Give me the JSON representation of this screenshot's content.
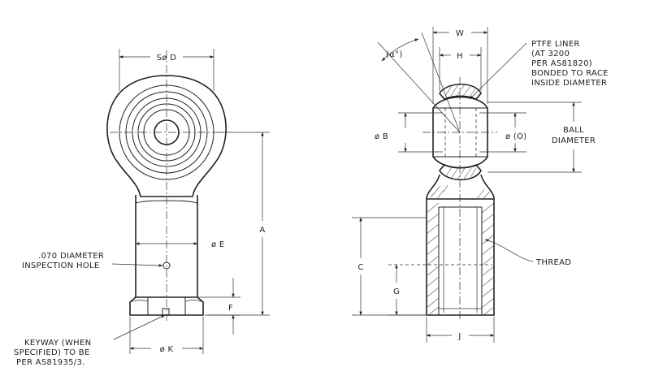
{
  "dimensions": {
    "sd": "Sø D",
    "a": "A",
    "e": "ø E",
    "f": "F",
    "k": "ø K",
    "w": "W",
    "h": "H",
    "angle": "(α°)",
    "b": "ø B",
    "o": "ø (O)",
    "c": "C",
    "g": "G",
    "j": "J"
  },
  "callouts": {
    "inspection_hole": [
      ".070 DIAMETER",
      "INSPECTION HOLE"
    ],
    "keyway": [
      "KEYWAY (WHEN",
      "SPECIFIED) TO BE",
      "PER AS81935/3."
    ],
    "ptfe_liner": [
      "PTFE LINER",
      "(AT 3200",
      "PER AS81820)",
      "BONDED TO RACE",
      "INSIDE DIAMETER"
    ],
    "ball_diameter": [
      "BALL",
      "DIAMETER"
    ],
    "thread": "THREAD"
  }
}
